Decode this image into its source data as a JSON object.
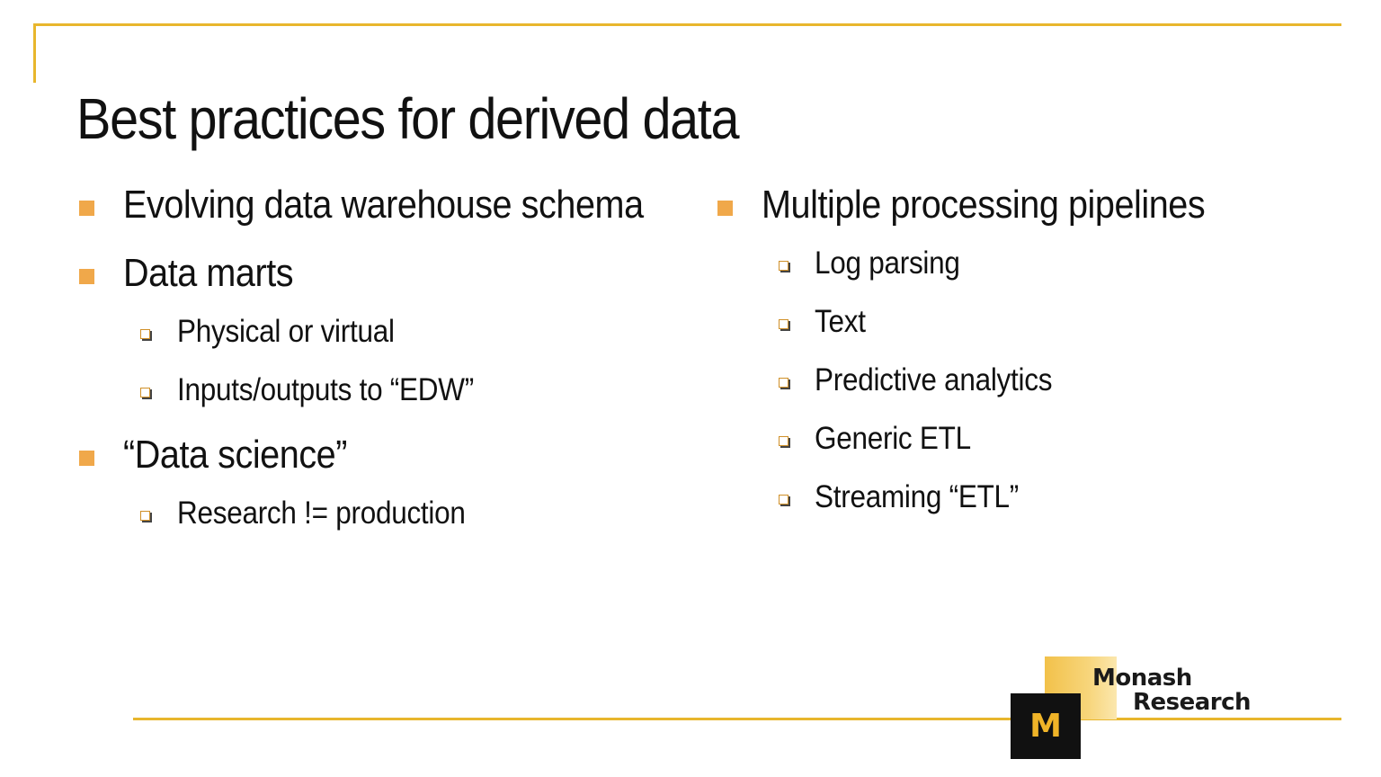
{
  "slide": {
    "title": "Best practices for derived data",
    "left_column": [
      {
        "text": "Evolving data warehouse schema",
        "sub": []
      },
      {
        "text": "Data marts",
        "sub": [
          "Physical or virtual",
          "Inputs/outputs to “EDW”"
        ]
      },
      {
        "text": "“Data science”",
        "sub": [
          "Research != production"
        ]
      }
    ],
    "right_column": [
      {
        "text": "Multiple processing pipelines",
        "sub": [
          "Log parsing",
          "Text",
          "Predictive analytics",
          "Generic ETL",
          "Streaming “ETL”"
        ]
      }
    ]
  },
  "logo": {
    "mark": "M",
    "line1": "Monash",
    "line2": "Research"
  },
  "colors": {
    "accent_gold": "#e8b62d",
    "bullet_orange": "#f0a84a",
    "logo_black": "#111111"
  }
}
